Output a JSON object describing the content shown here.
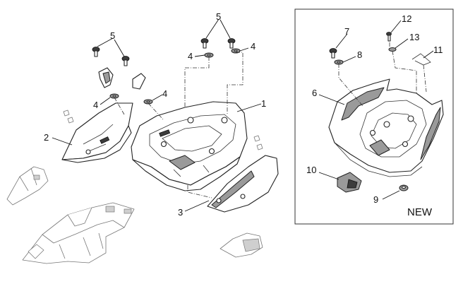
{
  "callouts": {
    "c1": "1",
    "c2": "2",
    "c3": "3",
    "c4a": "4",
    "c4b": "4",
    "c4c": "4",
    "c4d": "4",
    "c5a": "5",
    "c5b": "5",
    "c6": "6",
    "c7": "7",
    "c8": "8",
    "c9": "9",
    "c10": "10",
    "c11": "11",
    "c12": "12",
    "c13": "13"
  },
  "new_box": {
    "label": "NEW"
  }
}
